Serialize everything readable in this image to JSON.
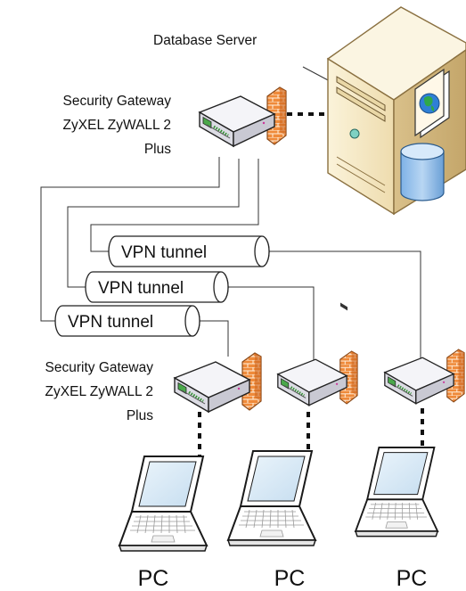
{
  "server": {
    "label": "Database Server"
  },
  "gateway_top": {
    "line1": "Security Gateway",
    "line2": "ZyXEL ZyWALL 2",
    "line3": "Plus"
  },
  "gateway_bottom": {
    "line1": "Security Gateway",
    "line2": "ZyXEL ZyWALL 2",
    "line3": "Plus"
  },
  "tunnels": [
    {
      "label": "VPN tunnel"
    },
    {
      "label": "VPN tunnel"
    },
    {
      "label": "VPN tunnel"
    }
  ],
  "pcs": [
    {
      "label": "PC"
    },
    {
      "label": "PC"
    },
    {
      "label": "PC"
    }
  ],
  "colors": {
    "line": "#2b2b2b",
    "server_body": "#f3e6c4",
    "server_edge": "#b89f6a",
    "firewall_brick": "#e8843a",
    "router_body": "#e8e8ee",
    "tunnel_fill": "#ffffff",
    "screen_fill": "#d6eaf6"
  }
}
